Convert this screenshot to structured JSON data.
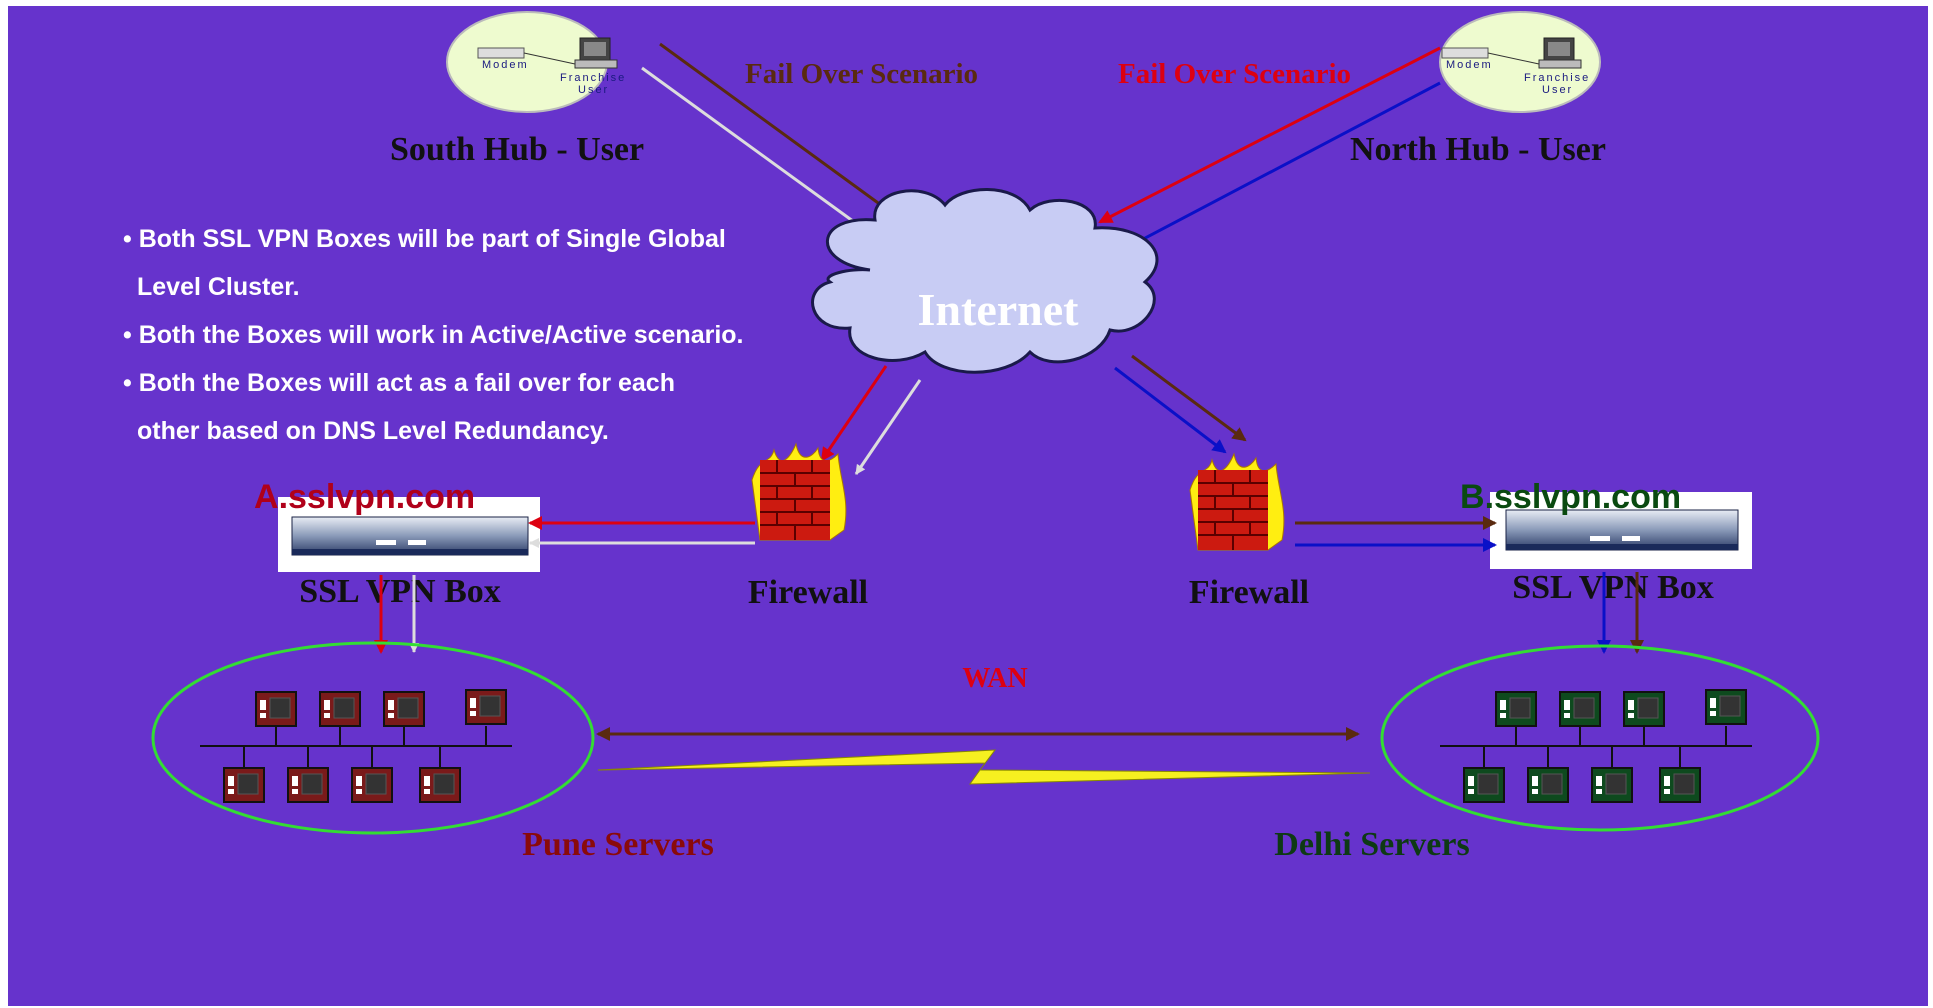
{
  "colors": {
    "background": "#6633cc",
    "south_arrow": "#dddddd",
    "failover_brown": "#5a2a10",
    "failover_red": "#dd0011",
    "north_arrow": "#0a10c8",
    "cloud_fill": "#c8ccf4",
    "ellipse_stroke": "#33dd33",
    "pune_server": "#7a1a1a",
    "delhi_server": "#0e4a1e",
    "lightning": "#f6f020"
  },
  "icons": [
    "cloud-icon",
    "firewall-icon",
    "ssl-vpn-appliance-icon",
    "server-icon",
    "modem-icon",
    "computer-icon",
    "lightning-bolt-icon"
  ],
  "users": {
    "south": {
      "modem": "Modem",
      "franchise": "Franchise",
      "user": "User",
      "label": "South Hub - User"
    },
    "north": {
      "modem": "Modem",
      "franchise": "Franchise",
      "user": "User",
      "label": "North Hub - User"
    }
  },
  "failover": {
    "left": "Fail Over Scenario",
    "right": "Fail Over Scenario"
  },
  "internet": "Internet",
  "bullets": [
    "• Both SSL VPN Boxes will be part of Single Global",
    "Level Cluster.",
    "• Both the Boxes will work in Active/Active scenario.",
    "• Both the  Boxes will act as a fail over for each",
    "other based on DNS Level Redundancy."
  ],
  "sites": {
    "a": {
      "host_prefix": "A",
      "host_rest": ".sslvpn.com",
      "box": "SSL VPN Box",
      "firewall": "Firewall",
      "servers": "Pune Servers"
    },
    "b": {
      "host_prefix": "B",
      "host_rest": ".sslvpn.com",
      "box": "SSL VPN Box",
      "firewall": "Firewall",
      "servers": "Delhi Servers"
    }
  },
  "wan": "WAN"
}
